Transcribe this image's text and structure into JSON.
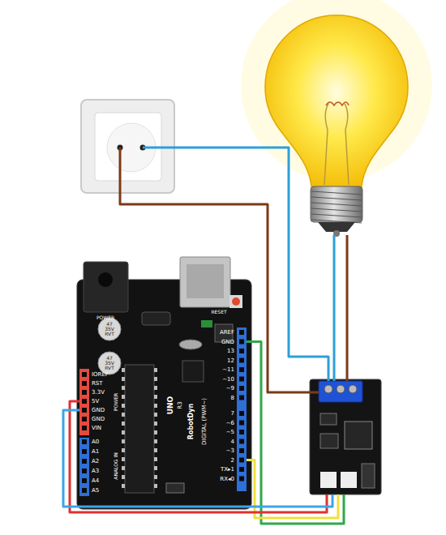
{
  "diagram": {
    "labels": [
      "POWER",
      "47",
      "35V",
      "RVT",
      "47",
      "35V",
      "RVT",
      "RESET",
      "IOREF",
      "RST",
      "3.3V",
      "5V",
      "GND",
      "GND",
      "VIN",
      "POWER",
      "A0",
      "A1",
      "A2",
      "A3",
      "A4",
      "A5",
      "ANALOG IN",
      "AREF",
      "GND",
      "13",
      "12",
      "~11",
      "~10",
      "~9",
      "8",
      "7",
      "~6",
      "~5",
      "4",
      "~3",
      "2",
      "TX▸1",
      "RX◂0",
      "DIGITAL (PWM~)",
      "UNO",
      "R3",
      "RobotDyn"
    ]
  }
}
